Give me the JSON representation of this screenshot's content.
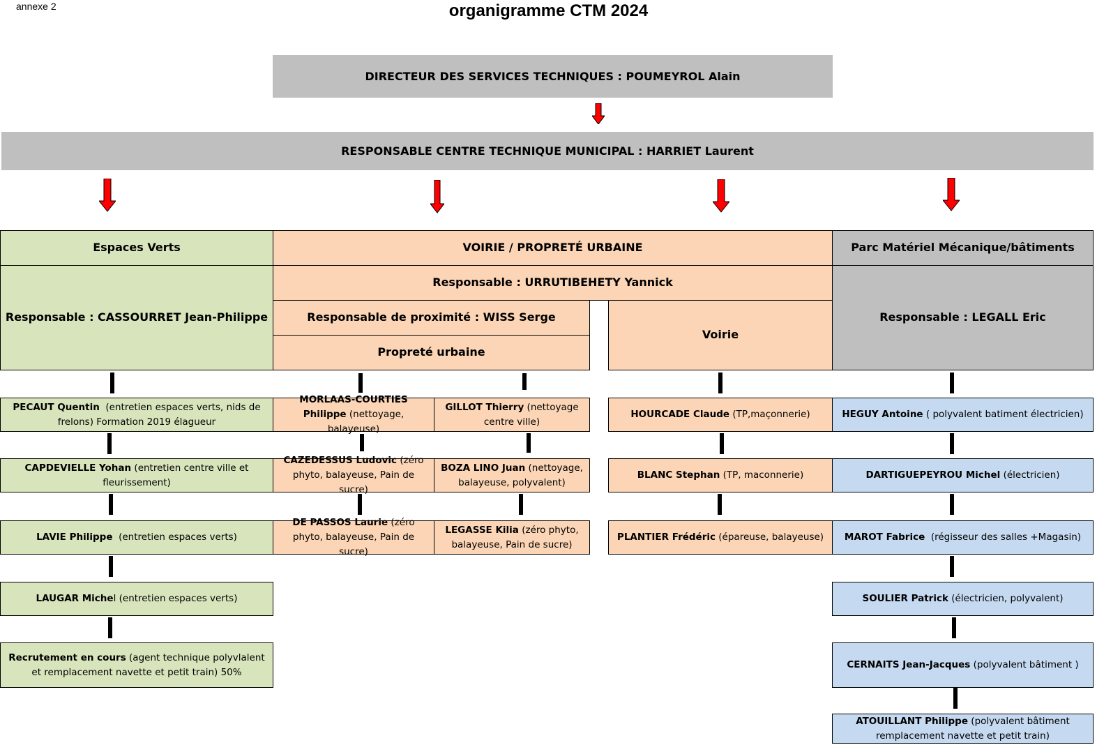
{
  "annex": "annexe 2",
  "title": "organigramme CTM 2024",
  "director": "DIRECTEUR DES SERVICES TECHNIQUES : POUMEYROL Alain",
  "ctm_manager": "RESPONSABLE CENTRE TECHNIQUE MUNICIPAL : HARRIET Laurent",
  "espaces_verts": {
    "title": "Espaces Verts",
    "responsable": "Responsable : CASSOURRET Jean-Philippe",
    "staff": [
      {
        "name": "PECAUT Quentin",
        "role": "  (entretien espaces verts, nids de frelons) Formation 2019 élagueur"
      },
      {
        "name": "CAPDEVIELLE Yohan",
        "role": " (entretien centre ville et fleurissement)"
      },
      {
        "name": "LAVIE Philippe",
        "role": "  (entretien espaces verts)"
      },
      {
        "name": "LAUGAR Miche",
        "role": "l (entretien espaces verts)"
      },
      {
        "name": "Recrutement en cours",
        "role": " (agent technique polyvlalent et remplacement navette et petit train) 50%"
      }
    ]
  },
  "voirie_proprete": {
    "title": "VOIRIE / PROPRETÉ URBAINE",
    "responsable": "Responsable : URRUTIBEHETY Yannick",
    "proximite": "Responsable de proximité : WISS Serge",
    "proprete": "Propreté urbaine",
    "voirie": "Voirie",
    "proprete_left": [
      {
        "name": "MORLAAS-COURTIES Philippe",
        "role": " (nettoyage, balayeuse)"
      },
      {
        "name": "CAZEDESSUS Ludovic",
        "role": " (zéro phyto, balayeuse, Pain de sucre)"
      },
      {
        "name": "DE PASSOS Laurie",
        "role": " (zéro phyto, balayeuse, Pain de sucre)"
      }
    ],
    "proprete_right": [
      {
        "name": "GILLOT Thierry",
        "role": " (nettoyage centre ville)"
      },
      {
        "name": "BOZA LINO Juan",
        "role": " (nettoyage, balayeuse, polyvalent)"
      },
      {
        "name": "LEGASSE Kilia",
        "role": " (zéro phyto, balayeuse, Pain de sucre)"
      }
    ],
    "voirie_staff": [
      {
        "name": "HOURCADE Claude",
        "role": " (TP,maçonnerie)"
      },
      {
        "name": "BLANC Stephan",
        "role": " (TP, maconnerie)"
      },
      {
        "name": "PLANTIER Frédéric",
        "role": " (épareuse, balayeuse)"
      }
    ]
  },
  "parc": {
    "title": "Parc Matériel Mécanique/bâtiments",
    "responsable": "Responsable : LEGALL Eric",
    "staff": [
      {
        "name": "HEGUY Antoine",
        "role": " ( polyvalent batiment électricien)"
      },
      {
        "name": "DARTIGUEPEYROU Michel",
        "role": " (électricien)"
      },
      {
        "name": "MAROT Fabrice",
        "role": "  (régisseur des salles +Magasin)"
      },
      {
        "name": "SOULIER Patrick",
        "role": " (électricien, polyvalent)"
      },
      {
        "name": "CERNAITS Jean-Jacques",
        "role": " (polyvalent bâtiment )"
      },
      {
        "name": "ATOUILLANT Philippe",
        "role": " (polyvalent bâtiment remplacement navette et petit train)"
      }
    ]
  },
  "colors": {
    "green": "#d8e4bc",
    "orange": "#fbd5b5",
    "grey": "#bfbfbf",
    "blue": "#c5d9f1",
    "arrow": "#ff0000"
  }
}
